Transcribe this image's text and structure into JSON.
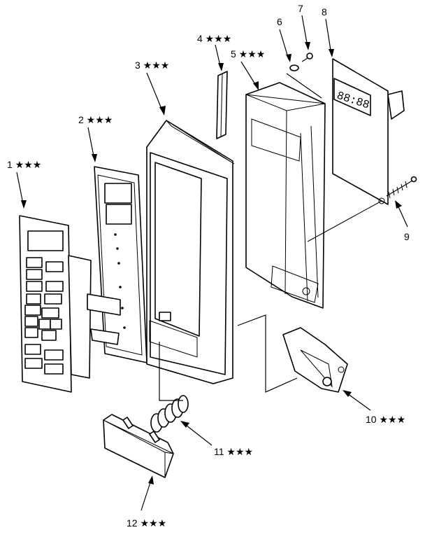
{
  "labels": [
    {
      "id": "1",
      "text": "1 ★★★"
    },
    {
      "id": "2",
      "text": "2 ★★★"
    },
    {
      "id": "3",
      "text": "3 ★★★"
    },
    {
      "id": "4",
      "text": "4 ★★★"
    },
    {
      "id": "5",
      "text": "5 ★★★"
    },
    {
      "id": "6",
      "text": "6"
    },
    {
      "id": "7",
      "text": "7"
    },
    {
      "id": "8",
      "text": "8"
    },
    {
      "id": "9",
      "text": "9"
    },
    {
      "id": "10",
      "text": "10 ★★★"
    },
    {
      "id": "11",
      "text": "11 ★★★"
    },
    {
      "id": "12",
      "text": "12 ★★★"
    }
  ],
  "display_readout": "88:88"
}
